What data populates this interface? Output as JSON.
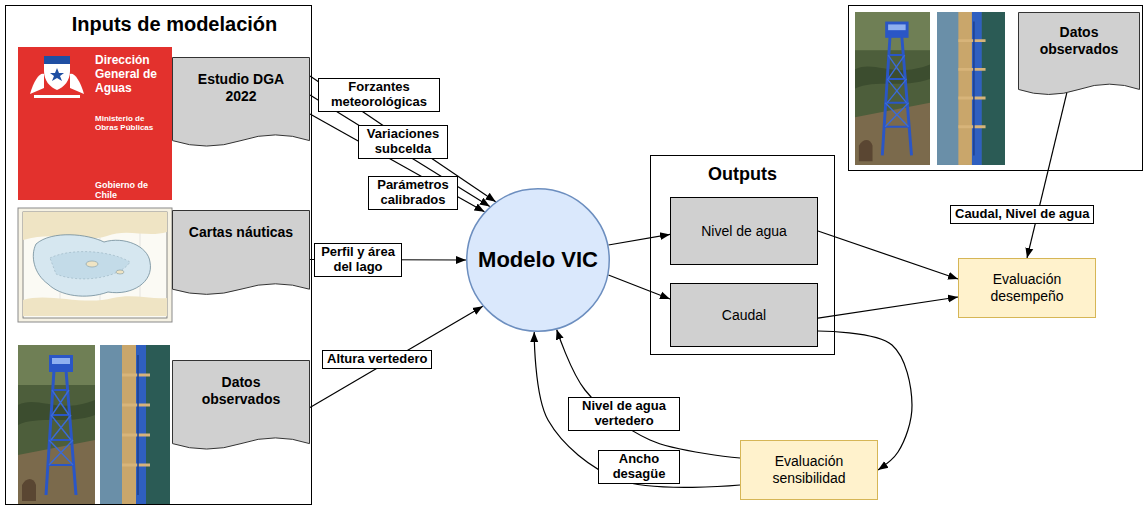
{
  "diagram": {
    "nodes": [
      {
        "text": [
          "Inputs de modelación"
        ]
      },
      {
        "text": [
          "Estudio DGA 2022"
        ],
        "in": 0
      },
      {
        "text": [
          "Cartas náuticas"
        ],
        "in": 0
      },
      {
        "text": [
          "Datos observados"
        ],
        "in": 0
      },
      {
        "text": [
          "Modelo VIC"
        ]
      },
      {
        "text": [
          "Outputs"
        ]
      },
      {
        "text": [
          "Nivel de agua"
        ],
        "in": 5
      },
      {
        "text": [
          "Caudal"
        ],
        "in": 5
      },
      {
        "text": [
          "Datos observados"
        ]
      },
      {
        "text": [
          "Evaluación desempeño"
        ]
      },
      {
        "text": [
          "Evaluación sensibilidad"
        ]
      }
    ],
    "edges": [
      {
        "from": 1,
        "to": 4,
        "label": "Forzantes meteorológicas",
        "arrow": "to"
      },
      {
        "from": 1,
        "to": 4,
        "label": "Variaciones subcelda",
        "arrow": "to"
      },
      {
        "from": 1,
        "to": 4,
        "label": "Parámetros calibrados",
        "arrow": "to"
      },
      {
        "from": 2,
        "to": 4,
        "label": "Perfil y área del lago",
        "arrow": "to"
      },
      {
        "from": 3,
        "to": 4,
        "label": "Altura vertedero",
        "arrow": "to"
      },
      {
        "from": 4,
        "to": 6,
        "arrow": "to"
      },
      {
        "from": 4,
        "to": 7,
        "arrow": "to"
      },
      {
        "from": 8,
        "to": 9,
        "label": "Caudal, Nivel de agua",
        "arrow": "to"
      },
      {
        "from": 6,
        "to": 9,
        "arrow": "to"
      },
      {
        "from": 7,
        "to": 9,
        "arrow": "to"
      },
      {
        "from": 7,
        "to": 10,
        "arrow": "to"
      },
      {
        "from": 10,
        "to": 4,
        "label": "Nivel de agua vertedero",
        "arrow": "to"
      },
      {
        "from": 10,
        "to": 4,
        "label": "Ancho desagüe",
        "arrow": "to"
      }
    ],
    "labels": [
      "Dirección General de Aguas",
      "Ministerio de Obras Públicas",
      "Gobierno de Chile"
    ]
  }
}
